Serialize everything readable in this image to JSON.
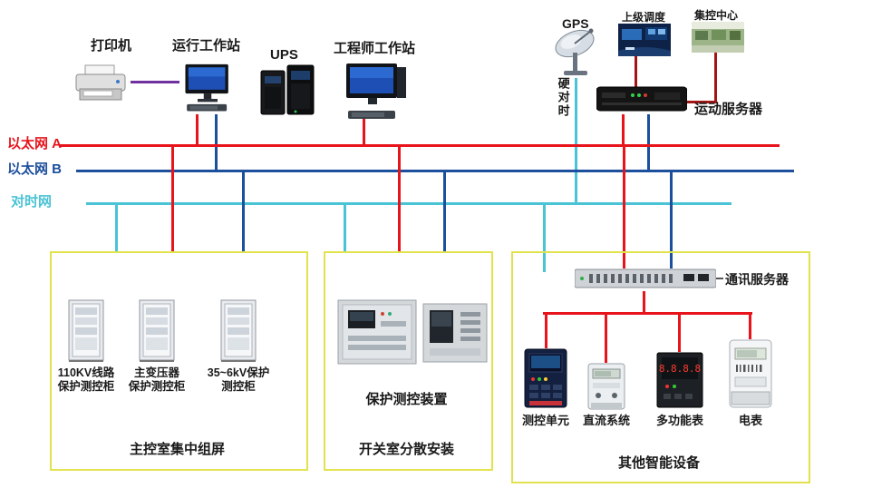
{
  "colors": {
    "ethernet_a": "#e8141c",
    "ethernet_b": "#1c4f9c",
    "time_sync": "#49c3d5",
    "printer_link": "#7030a0",
    "uplink": "#a31515",
    "panel_border": "#e2e24e"
  },
  "top_devices": {
    "printer": "打印机",
    "operator_workstation": "运行工作站",
    "ups": "UPS",
    "engineer_workstation": "工程师工作站",
    "gps": "GPS",
    "superior_dispatch": "上级调度",
    "central_control": "集控中心",
    "telecontrol_server": "运动服务器",
    "hard_time_sync": "硬对时"
  },
  "buses": {
    "ethernet_a": {
      "label": "以太网 A"
    },
    "ethernet_b": {
      "label": "以太网 B"
    },
    "time_sync": {
      "label": "对时网"
    }
  },
  "left_panel": {
    "cabinets": [
      {
        "label": "110KV线路\n保护测控柜"
      },
      {
        "label": "主变压器\n保护测控柜"
      },
      {
        "label": "35~6kV保护\n测控柜"
      }
    ],
    "caption": "主控室集中组屏"
  },
  "middle_panel": {
    "device_label": "保护测控装置",
    "caption": "开关室分散安装"
  },
  "right_panel": {
    "comm_server": "通讯服务器",
    "devices": [
      {
        "label": "测控单元"
      },
      {
        "label": "直流系统"
      },
      {
        "label": "多功能表"
      },
      {
        "label": "电表"
      }
    ],
    "caption": "其他智能设备"
  }
}
